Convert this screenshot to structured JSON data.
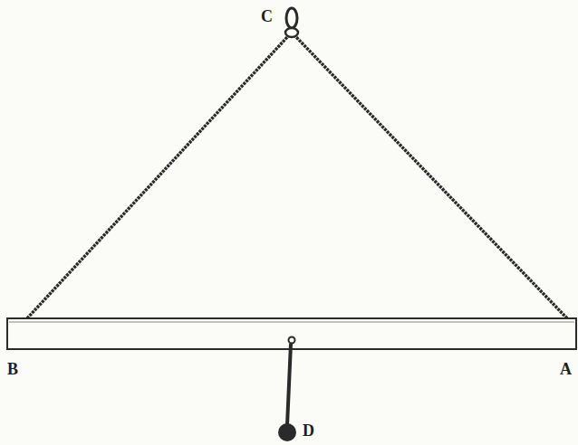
{
  "diagram": {
    "labels": [
      "C",
      "B",
      "A",
      "D"
    ]
  }
}
